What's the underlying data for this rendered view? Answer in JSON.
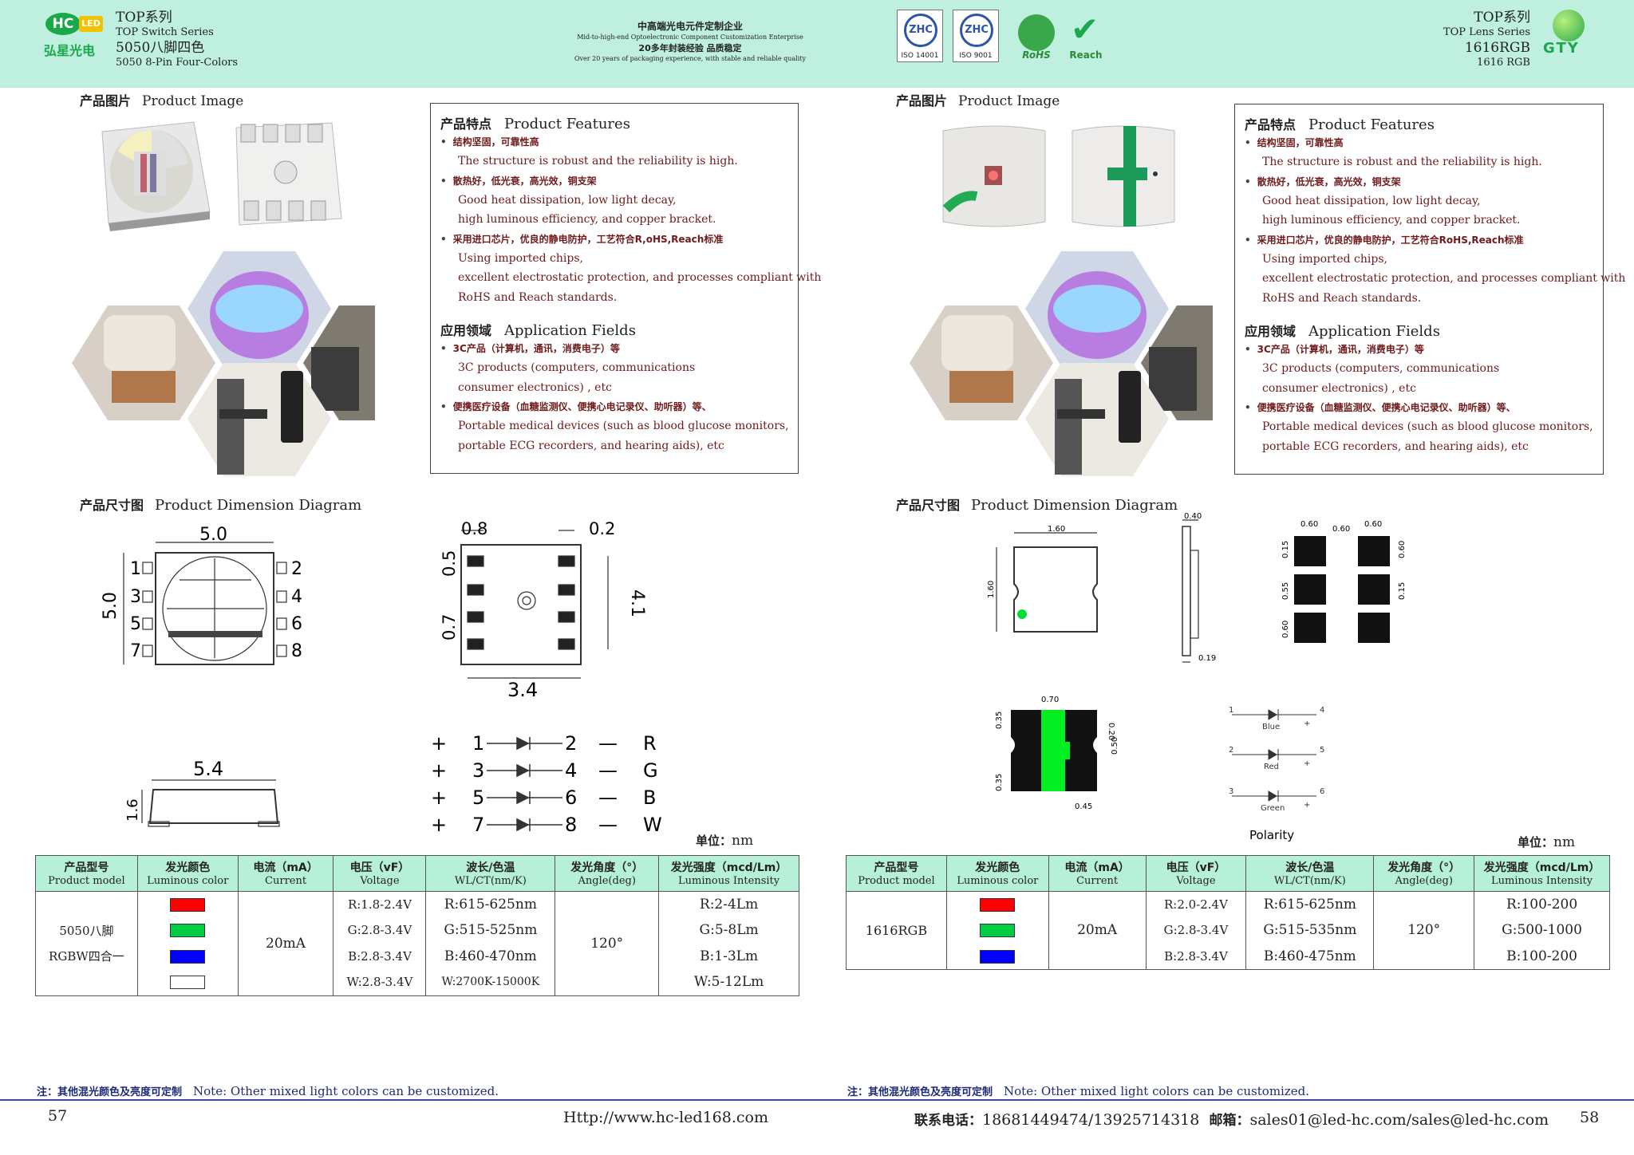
{
  "header": {
    "brand_badge": "HC",
    "brand_led": "LED",
    "brand_cn": "弘星光电",
    "left": {
      "series_cn": "TOP系列",
      "series_en": "TOP Switch Series",
      "model_cn": "5050八脚四色",
      "model_en": "5050 8-Pin Four-Colors"
    },
    "center": {
      "l1": "中高端光电元件定制企业",
      "l2": "Mid-to-high-end Optoelectronic Component Customization Enterprise",
      "l3": "20多年封装经验 品质稳定",
      "l4": "Over 20 years of packaging experience, with stable and reliable quality"
    },
    "certs": [
      {
        "mark": "ZHC",
        "label": "ISO 14001"
      },
      {
        "mark": "ZHC",
        "label": "ISO 9001"
      }
    ],
    "rohs_label": "RoHS",
    "reach_label": "Reach",
    "right": {
      "series_cn": "TOP系列",
      "series_en": "TOP Lens Series",
      "model": "1616RGB",
      "model_sub": "1616 RGB"
    },
    "right_logo": "GTY"
  },
  "left_page": {
    "product_image": {
      "cn": "产品图片",
      "en": "Product Image"
    },
    "features": {
      "title_cn": "产品特点",
      "title_en": "Product Features",
      "items": [
        {
          "cn": "结构坚固，可靠性高",
          "en": [
            "The structure is robust and the reliability is high."
          ]
        },
        {
          "cn": "散热好，低光衰，高光效，铜支架",
          "en": [
            "Good heat dissipation, low light decay,",
            "high luminous efficiency, and copper bracket."
          ]
        },
        {
          "cn": "采用进口芯片，优良的静电防护，工艺符合R,oHS,Reach标准",
          "en": [
            "Using imported chips,",
            "excellent electrostatic protection, and processes compliant with",
            "RoHS and Reach standards."
          ]
        }
      ],
      "app_cn": "应用领域",
      "app_en": "Application Fields",
      "apps": [
        {
          "cn": "3C产品（计算机，通讯，消费电子）等",
          "en": [
            "3C products (computers, communications",
            "consumer electronics) , etc"
          ]
        },
        {
          "cn": "便携医疗设备（血糖监测仪、便携心电记录仪、助听器）等、",
          "en": [
            "Portable medical devices (such as blood glucose monitors,",
            "portable ECG recorders, and hearing aids), etc"
          ]
        }
      ]
    },
    "dimension": {
      "cn": "产品尺寸图",
      "en": "Product Dimension Diagram"
    },
    "dims": {
      "w": "5.0",
      "h": "5.0",
      "d08": "0.8",
      "d02": "0.2",
      "d05": "0.5",
      "d07": "0.7",
      "d41": "4.1",
      "d34": "3.4",
      "d54": "5.4",
      "d16": "1.6"
    },
    "pins_left": [
      "1",
      "3",
      "5",
      "7"
    ],
    "pins_right": [
      "2",
      "4",
      "6",
      "8"
    ],
    "circuit": [
      {
        "plus": "+",
        "a": "1",
        "b": "2",
        "minus": "—",
        "c": "R"
      },
      {
        "plus": "+",
        "a": "3",
        "b": "4",
        "minus": "—",
        "c": "G"
      },
      {
        "plus": "+",
        "a": "5",
        "b": "6",
        "minus": "—",
        "c": "B"
      },
      {
        "plus": "+",
        "a": "7",
        "b": "8",
        "minus": "—",
        "c": "W"
      }
    ],
    "unit_cn": "单位：",
    "unit_en": "nm",
    "table": {
      "headers": [
        {
          "cn": "产品型号",
          "en": "Product model"
        },
        {
          "cn": "发光颜色",
          "en": "Luminous color"
        },
        {
          "cn": "电流（mA）",
          "en": "Current"
        },
        {
          "cn": "电压（vF）",
          "en": "Voltage"
        },
        {
          "cn": "波长/色温",
          "en": "WL/CT(nm/K)"
        },
        {
          "cn": "发光角度（°）",
          "en": "Angle(deg)"
        },
        {
          "cn": "发光强度（mcd/Lm）",
          "en": "Luminous Intensity"
        }
      ],
      "model_l1": "5050八脚",
      "model_l2": "RGBW四合一",
      "colors": [
        "#ff0000",
        "#00cc44",
        "#0000ff",
        "#ffffff"
      ],
      "current": "20mA",
      "voltage": [
        "R:1.8-2.4V",
        "G:2.8-3.4V",
        "B:2.8-3.4V",
        "W:2.8-3.4V"
      ],
      "wavelength": [
        "R:615-625nm",
        "G:515-525nm",
        "B:460-470nm",
        "W:2700K-15000K"
      ],
      "angle": "120°",
      "intensity": [
        "R:2-4Lm",
        "G:5-8Lm",
        "B:1-3Lm",
        "W:5-12Lm"
      ]
    },
    "note_cn": "注：其他混光颜色及亮度可定制",
    "note_en": "Note: Other mixed light colors can be customized.",
    "page_num": "57",
    "url": "Http://www.hc-led168.com"
  },
  "right_page": {
    "product_image": {
      "cn": "产品图片",
      "en": "Product Image"
    },
    "features": {
      "title_cn": "产品特点",
      "title_en": "Product Features",
      "items": [
        {
          "cn": "结构坚固，可靠性高",
          "en": [
            "The structure is robust and the reliability is high."
          ]
        },
        {
          "cn": "散热好，低光衰，高光效，铜支架",
          "en": [
            "Good heat dissipation, low light decay,",
            "high luminous efficiency, and copper bracket."
          ]
        },
        {
          "cn": "采用进口芯片，优良的静电防护，工艺符合RoHS,Reach标准",
          "en": [
            "Using imported chips,",
            "excellent electrostatic protection, and processes compliant with",
            "RoHS and Reach standards."
          ]
        }
      ],
      "app_cn": "应用领域",
      "app_en": "Application Fields",
      "apps": [
        {
          "cn": "3C产品（计算机，通讯，消费电子）等",
          "en": [
            "3C products (computers, communications",
            "consumer electronics) , etc"
          ]
        },
        {
          "cn": "便携医疗设备（血糖监测仪、便携心电记录仪、助听器）等、",
          "en": [
            "Portable medical devices (such as blood glucose monitors,",
            "portable ECG recorders, and hearing aids), etc"
          ]
        }
      ]
    },
    "dimension": {
      "cn": "产品尺寸图",
      "en": "Product Dimension Diagram"
    },
    "dims": {
      "d160": "1.60",
      "d160v": "1.60",
      "d040": "0.40",
      "d019": "0.19",
      "p060a": "0.60",
      "p060b": "0.60",
      "p060c": "0.60",
      "p015": "0.15",
      "p060v": "0.60",
      "p055": "0.55",
      "p015b": "0.15",
      "p060w": "0.60",
      "b070": "0.70",
      "b020": "0.20",
      "b035": "0.35",
      "b050": "0.50",
      "b035b": "0.35",
      "b045": "0.45"
    },
    "polarity": {
      "rows": [
        {
          "l": "1",
          "r": "4",
          "name": "Blue"
        },
        {
          "l": "2",
          "r": "5",
          "name": "Red"
        },
        {
          "l": "3",
          "r": "6",
          "name": "Green"
        }
      ],
      "plus": "+",
      "label": "Polarity"
    },
    "unit_cn": "单位：",
    "unit_en": "nm",
    "table": {
      "headers": [
        {
          "cn": "产品型号",
          "en": "Product model"
        },
        {
          "cn": "发光颜色",
          "en": "Luminous color"
        },
        {
          "cn": "电流（mA）",
          "en": "Current"
        },
        {
          "cn": "电压（vF）",
          "en": "Voltage"
        },
        {
          "cn": "波长/色温",
          "en": "WL/CT(nm/K)"
        },
        {
          "cn": "发光角度（°）",
          "en": "Angle(deg)"
        },
        {
          "cn": "发光强度（mcd/Lm）",
          "en": "Luminous Intensity"
        }
      ],
      "model": "1616RGB",
      "colors": [
        "#ff0000",
        "#00cc44",
        "#0000ff"
      ],
      "current": "20mA",
      "voltage": [
        "R:2.0-2.4V",
        "G:2.8-3.4V",
        "B:2.8-3.4V"
      ],
      "wavelength": [
        "R:615-625nm",
        "G:515-535nm",
        "B:460-475nm"
      ],
      "angle": "120°",
      "intensity": [
        "R:100-200",
        "G:500-1000",
        "B:100-200"
      ]
    },
    "note_cn": "注：其他混光颜色及亮度可定制",
    "note_en": "Note: Other mixed light colors can be customized.",
    "contact_cn": "联系电话：",
    "phone": "18681449474/13925714318",
    "email_cn": "邮箱：",
    "email": "sales01@led-hc.com/sales@led-hc.com",
    "page_num": "58"
  }
}
